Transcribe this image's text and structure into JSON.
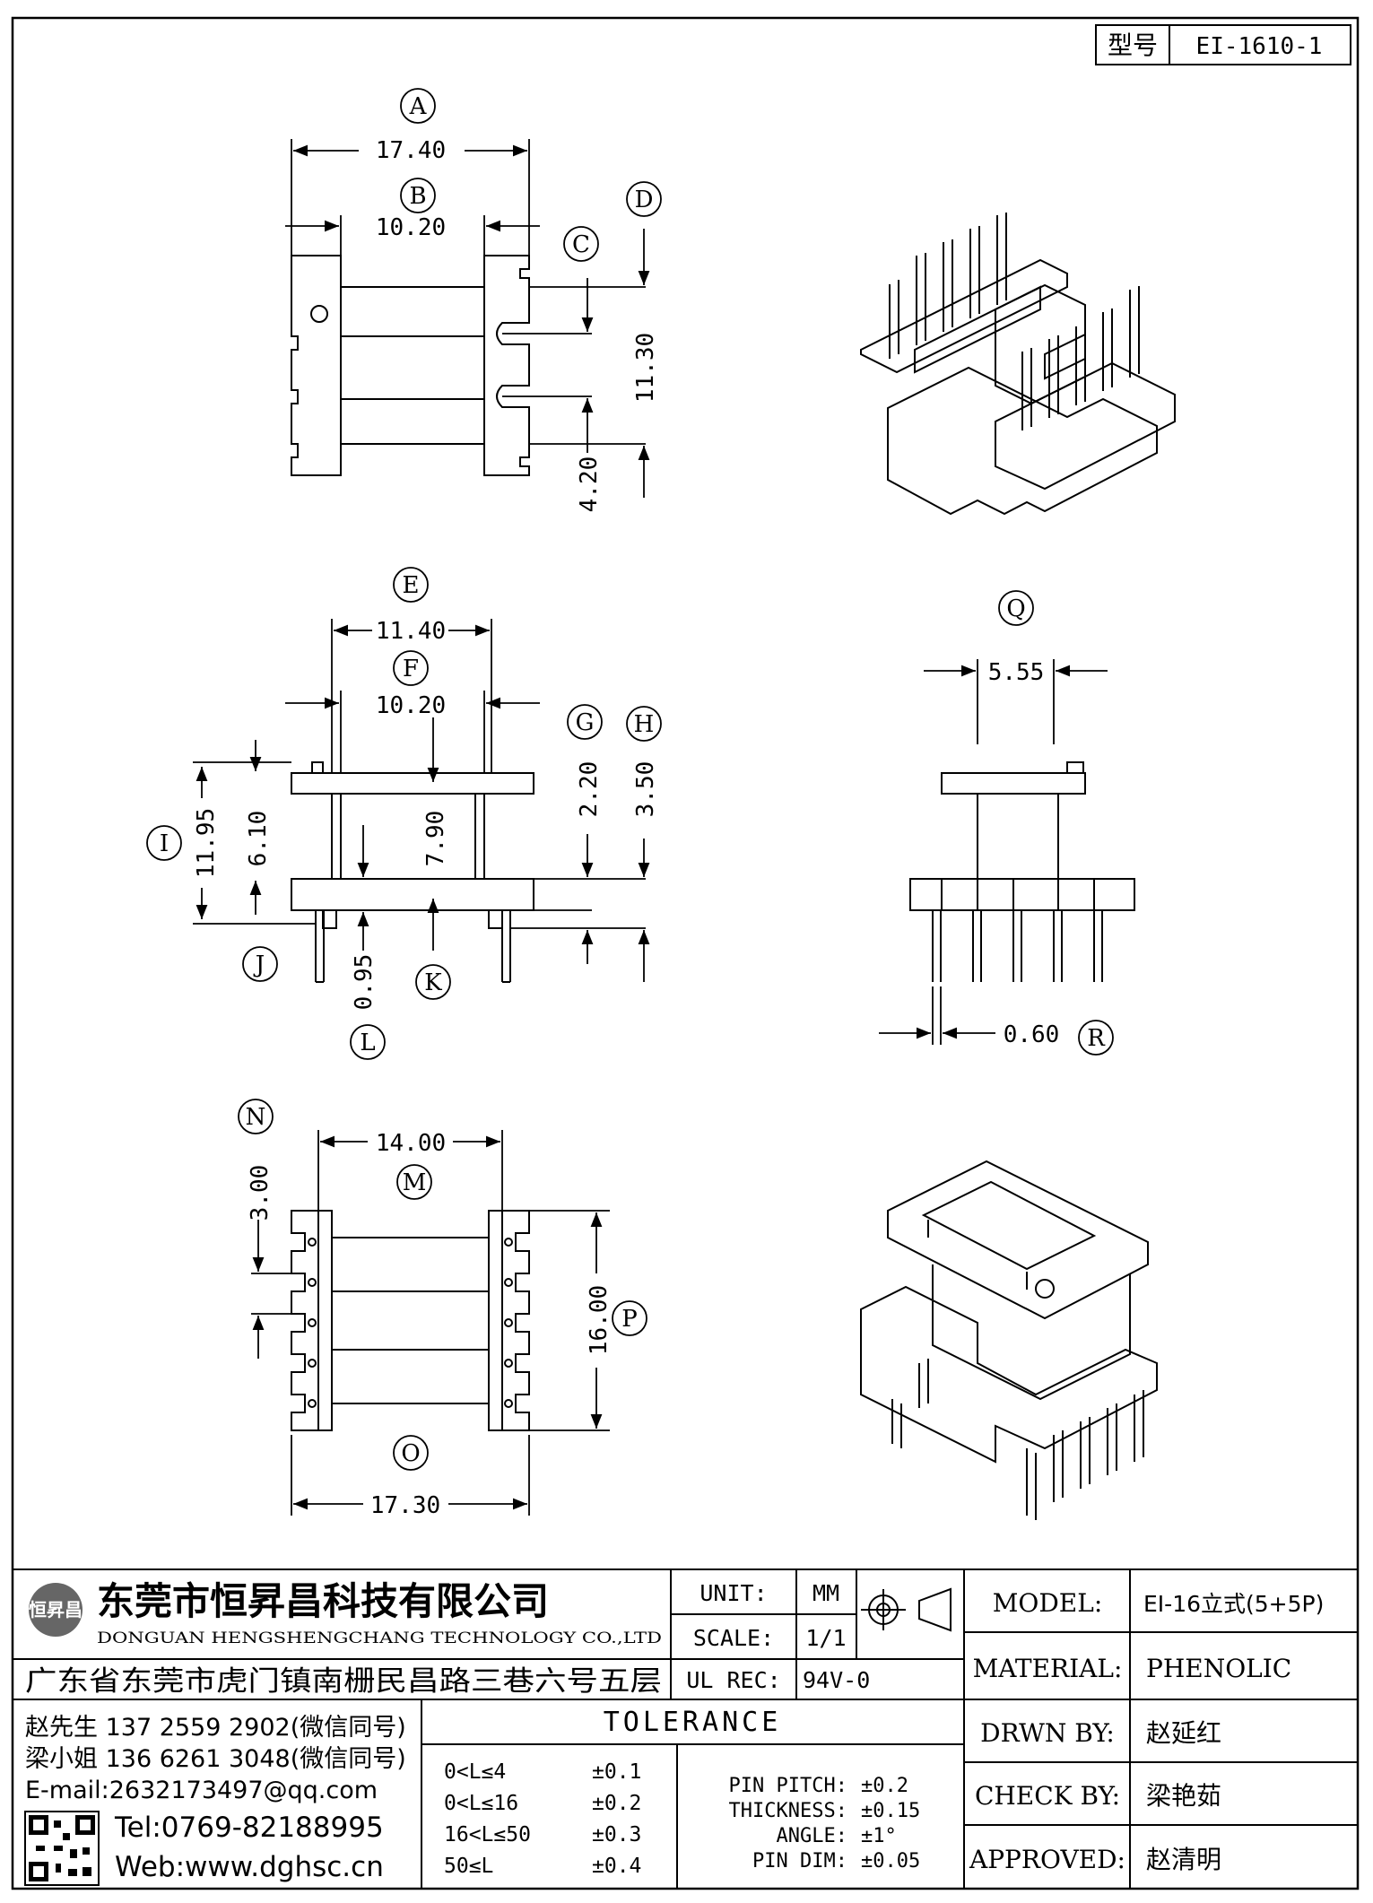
{
  "model_box": {
    "label": "型号",
    "value": "EI-1610-1"
  },
  "dims": {
    "A": "17.40",
    "B": "10.20",
    "C_D": "11.30",
    "bottom_left": "4.20",
    "E": "11.40",
    "F": "10.20",
    "G": "2.20",
    "H": "3.50",
    "I": "11.95",
    "I_inner": "6.10",
    "K": "7.90",
    "L": "0.95",
    "Q": "5.55",
    "R": "0.60",
    "M": "14.00",
    "N": "3.00",
    "P": "16.00",
    "O": "17.30"
  },
  "letters": [
    "A",
    "B",
    "C",
    "D",
    "E",
    "F",
    "G",
    "H",
    "I",
    "J",
    "K",
    "L",
    "M",
    "N",
    "O",
    "P",
    "Q",
    "R"
  ],
  "company": {
    "name_cn": "东莞市恒昇昌科技有限公司",
    "name_en": "DONGUAN HENGSHENGCHANG TECHNOLOGY CO.,LTD",
    "address": "广东省东莞市虎门镇南栅民昌路三巷六号五层",
    "logo_text": "恒昇昌",
    "contact1": "赵先生 137 2559 2902(微信同号)",
    "contact2": "梁小姐 136 6261 3048(微信同号)",
    "email": "E-mail:2632173497@qq.com",
    "tel": "Tel:0769-82188995",
    "web": "Web:www.dghsc.cn"
  },
  "spec": {
    "unit_label": "UNIT:",
    "unit": "MM",
    "scale_label": "SCALE:",
    "scale": "1/1",
    "ul_label": "UL REC:",
    "ul": "94V-0"
  },
  "tolerance": {
    "title": "TOLERANCE",
    "rows": [
      {
        "range": "0<L≤4",
        "tol": "±0.1"
      },
      {
        "range": "0<L≤16",
        "tol": "±0.2"
      },
      {
        "range": "16<L≤50",
        "tol": "±0.3"
      },
      {
        "range": "50≤L",
        "tol": "±0.4"
      }
    ],
    "extra": [
      {
        "label": "PIN PITCH:",
        "value": "±0.2"
      },
      {
        "label": "THICKNESS:",
        "value": "±0.15"
      },
      {
        "label": "ANGLE:",
        "value": "±1°"
      },
      {
        "label": "PIN DIM:",
        "value": "±0.05"
      }
    ]
  },
  "info": [
    {
      "label": "MODEL:",
      "value": "EI-16立式(5+5P)"
    },
    {
      "label": "MATERIAL:",
      "value": "PHENOLIC"
    },
    {
      "label": "DRWN BY:",
      "value": "赵延红"
    },
    {
      "label": "CHECK BY:",
      "value": "梁艳茹"
    },
    {
      "label": "APPROVED:",
      "value": "赵清明"
    }
  ]
}
